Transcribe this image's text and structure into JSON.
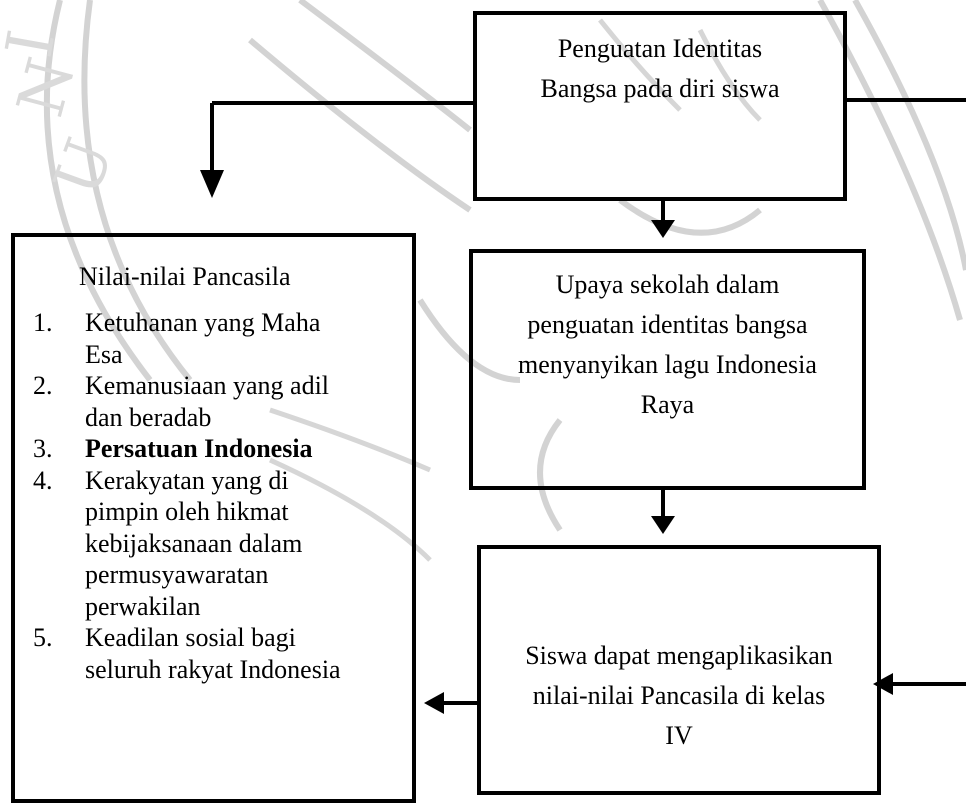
{
  "colors": {
    "stroke": "#000000",
    "watermark": "#cfcfcf",
    "background": "#ffffff"
  },
  "watermark": {
    "letters": [
      "U",
      "N",
      "I",
      "V"
    ]
  },
  "boxes": {
    "identity": {
      "text": [
        "Penguatan Identitas",
        "Bangsa pada diri siswa"
      ]
    },
    "school": {
      "text": [
        "Upaya sekolah dalam",
        "penguatan identitas bangsa",
        "menyanyikan lagu Indonesia",
        "Raya"
      ]
    },
    "student": {
      "text": [
        "Siswa dapat mengaplikasikan",
        "nilai-nilai Pancasila di kelas",
        "IV"
      ]
    },
    "pancasila": {
      "title": "Nilai-nilai Pancasila",
      "items": [
        {
          "num": "1.",
          "lines": [
            "Ketuhanan yang Maha",
            "Esa"
          ],
          "bold": false
        },
        {
          "num": "2.",
          "lines": [
            "Kemanusiaan yang adil",
            "dan beradab"
          ],
          "bold": false
        },
        {
          "num": "3.",
          "lines": [
            "Persatuan Indonesia"
          ],
          "bold": true
        },
        {
          "num": "4.",
          "lines": [
            "Kerakyatan yang di",
            "pimpin oleh hikmat",
            "kebijaksanaan dalam",
            "permusyawaratan",
            "perwakilan"
          ],
          "bold": false
        },
        {
          "num": "5.",
          "lines": [
            "Keadilan sosial bagi",
            "seluruh rakyat Indonesia"
          ],
          "bold": false
        }
      ]
    }
  }
}
